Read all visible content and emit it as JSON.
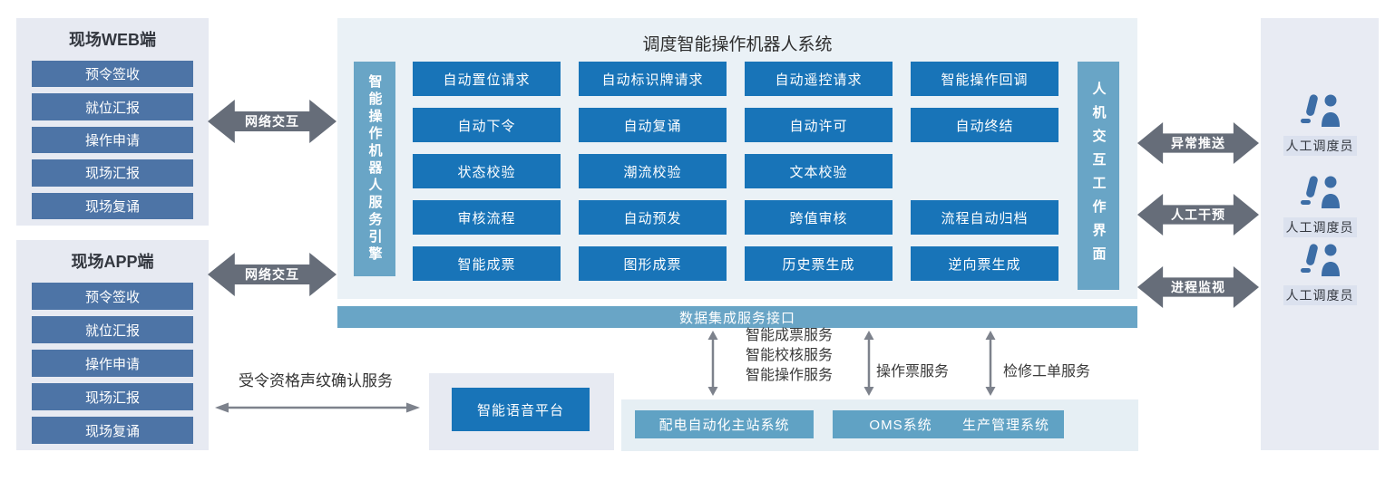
{
  "colors": {
    "accent_blue": "#1874b8",
    "steel_blue": "#4d74a6",
    "bar_blue": "#69a5c6",
    "system_teal": "#60a2c4",
    "panel_bg": "#e7eaf2",
    "main_bg": "#eaf1f6",
    "bottom_bg": "#e6eff4",
    "strip_bg": "#e8ebf3",
    "arrow_gray": "#666d79",
    "icon_blue": "#3c6da6"
  },
  "left_panels": [
    {
      "title": "现场WEB端",
      "items": [
        "预令签收",
        "就位汇报",
        "操作申请",
        "现场汇报",
        "现场复诵"
      ]
    },
    {
      "title": "现场APP端",
      "items": [
        "预令签收",
        "就位汇报",
        "操作申请",
        "现场汇报",
        "现场复诵"
      ]
    }
  ],
  "network_links": [
    {
      "label": "网络交互"
    },
    {
      "label": "网络交互"
    }
  ],
  "main_system": {
    "title": "调度智能操作机器人系统",
    "engine_bar": "智能操作机器人服务引擎",
    "hmi_bar": "人机交互工作界面",
    "modules": [
      "自动置位请求",
      "自动标识牌请求",
      "自动遥控请求",
      "智能操作回调",
      "自动下令",
      "自动复诵",
      "自动许可",
      "自动终结",
      "状态校验",
      "潮流校验",
      "文本校验",
      "审核流程",
      "自动预发",
      "跨值审核",
      "流程自动归档",
      "智能成票",
      "图形成票",
      "历史票生成",
      "逆向票生成"
    ]
  },
  "data_bar": {
    "label": "数据集成服务接口"
  },
  "hmi_links": [
    {
      "label": "异常推送"
    },
    {
      "label": "人工干预"
    },
    {
      "label": "进程监视"
    }
  ],
  "dispatchers": [
    {
      "label": "人工调度员"
    },
    {
      "label": "人工调度员"
    },
    {
      "label": "人工调度员"
    }
  ],
  "integration_links": {
    "multi_services": [
      "智能成票服务",
      "智能校核服务",
      "智能操作服务"
    ],
    "ticket_service": "操作票服务",
    "work_order_service": "检修工单服务"
  },
  "external_systems": [
    "配电自动化主站系统",
    "OMS系统",
    "生产管理系统"
  ],
  "voice": {
    "arrow_label": "受令资格声纹确认服务",
    "platform_label": "智能语音平台"
  }
}
